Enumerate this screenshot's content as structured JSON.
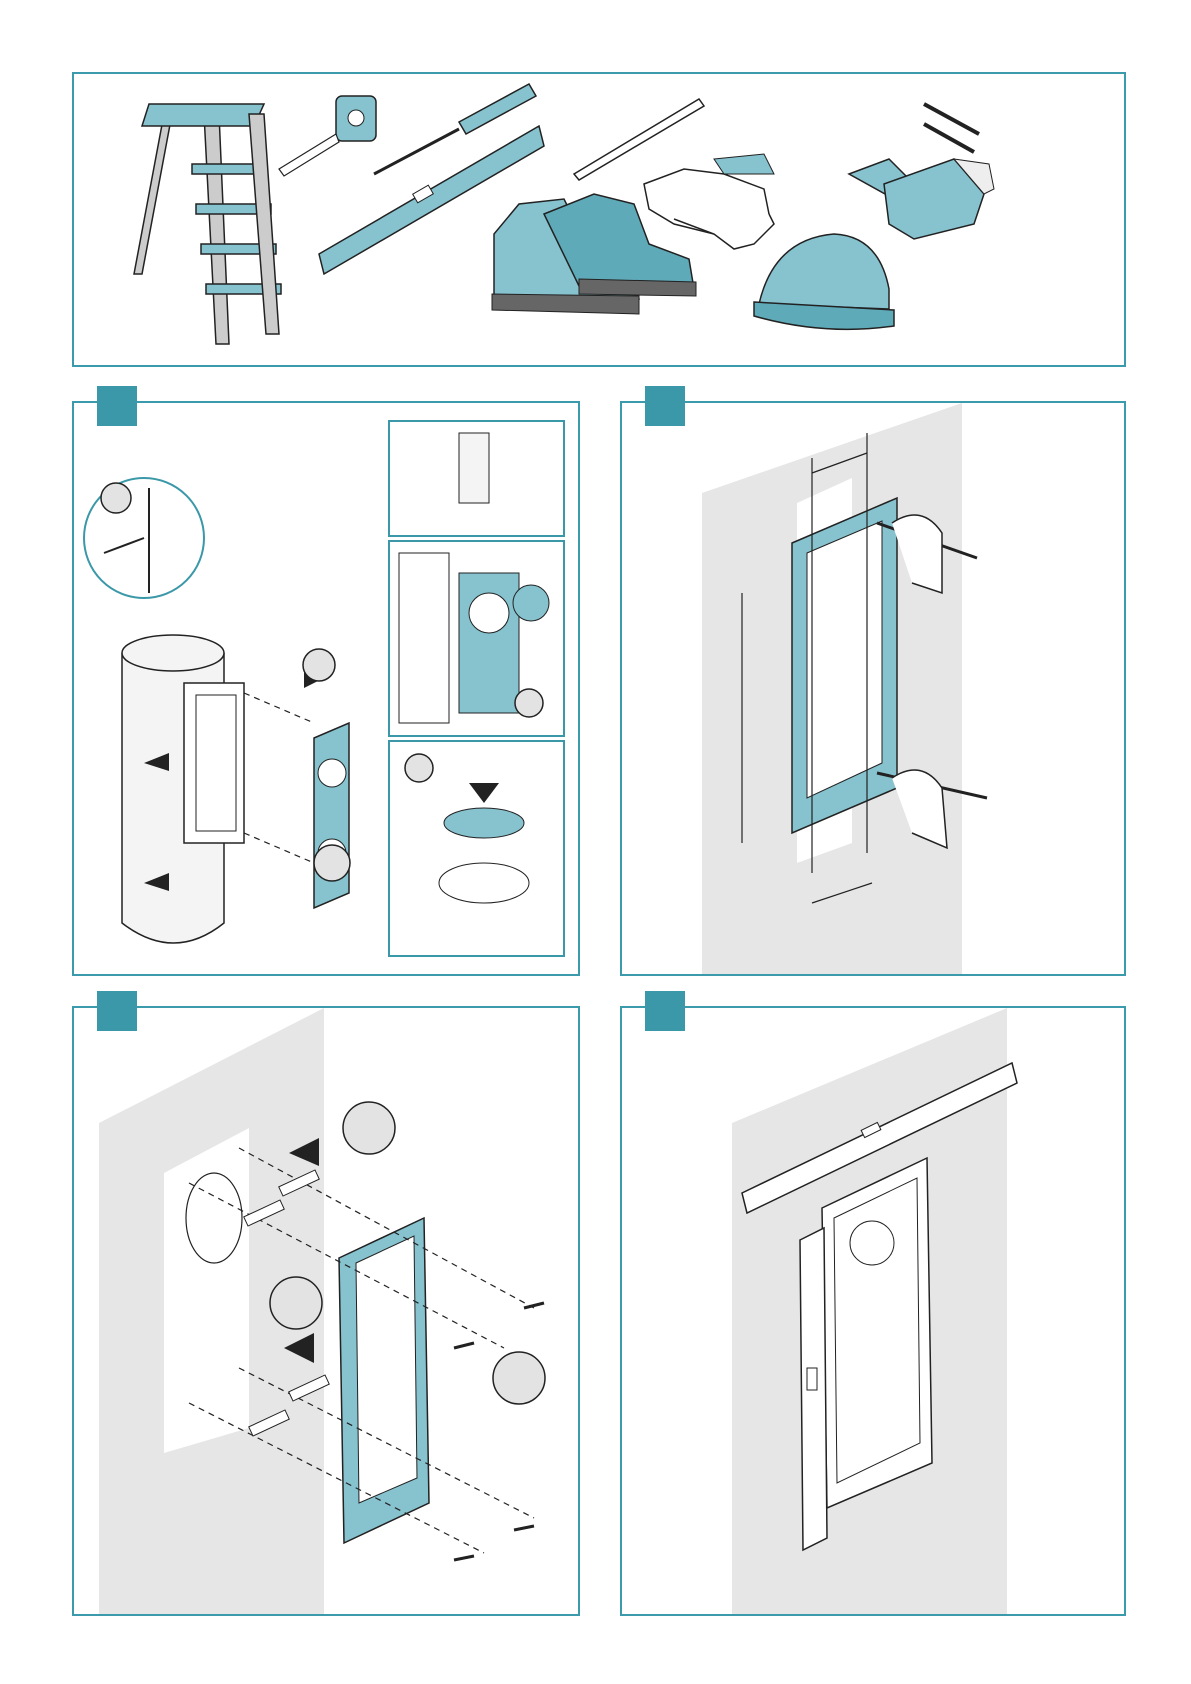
{
  "colors": {
    "accent": "#3a98a8",
    "illustration_teal": "#86c3cf",
    "wall_gray": "#e6e6e6",
    "badge_gray": "#e3e3e3"
  },
  "tools": [
    "stepladder",
    "tape-measure",
    "screwdriver",
    "spirit-level",
    "pencil",
    "drill-bits",
    "safety-boots",
    "work-gloves",
    "hard-hat",
    "power-drill"
  ],
  "steps": [
    {
      "panel": "step-1",
      "illustration": "chimney-duct-bracket-removal"
    },
    {
      "panel": "step-2",
      "illustration": "mark-drill-holes-on-wall"
    },
    {
      "panel": "step-3",
      "illustration": "fix-bracket-with-wall-plugs"
    },
    {
      "panel": "step-4",
      "illustration": "check-level-of-bracket"
    }
  ]
}
